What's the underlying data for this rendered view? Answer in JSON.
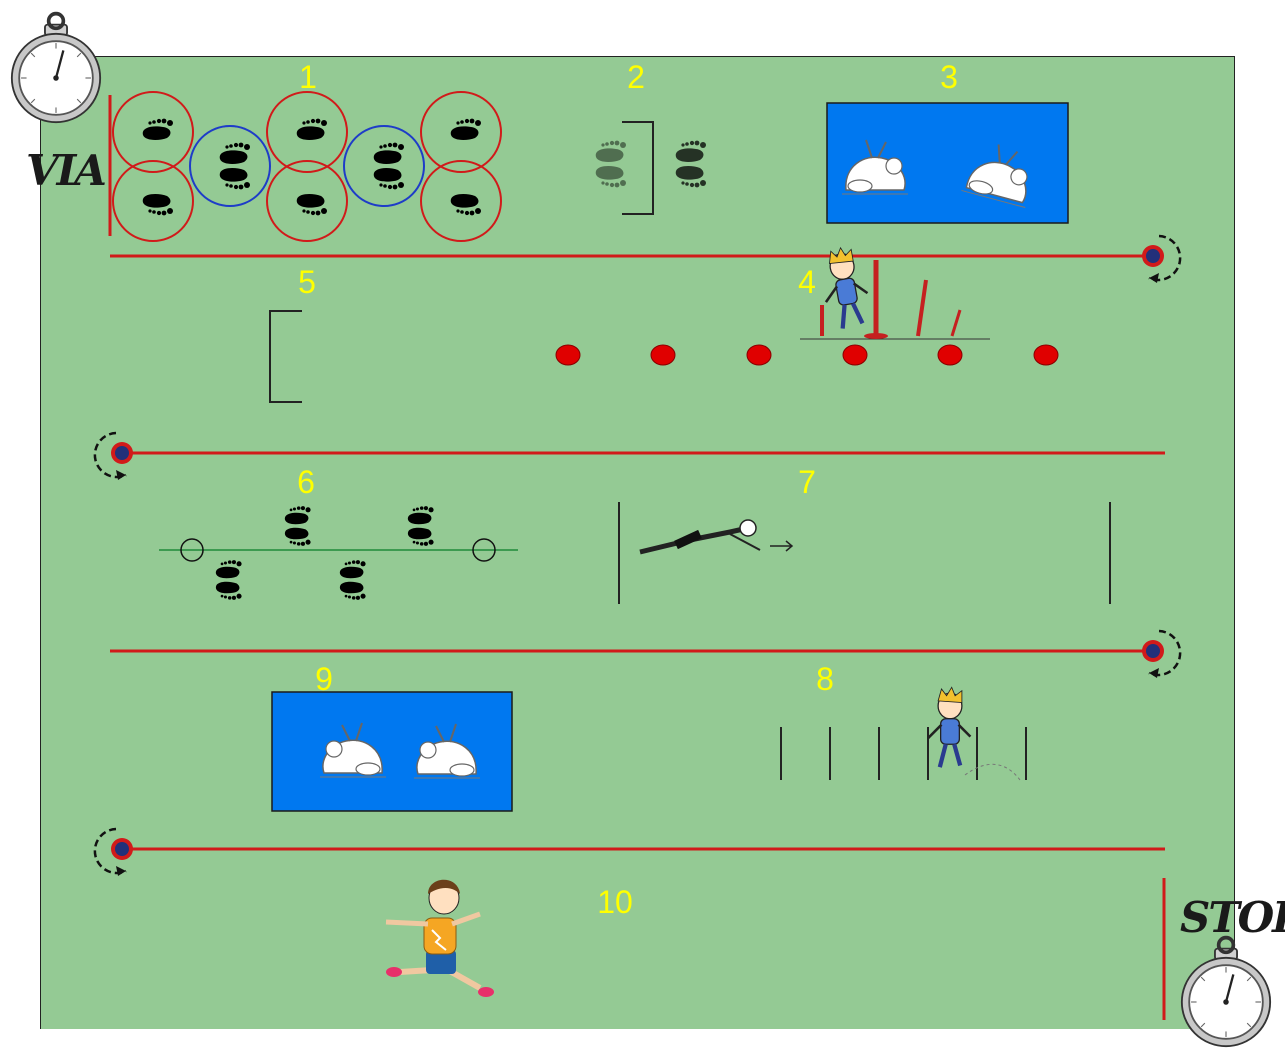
{
  "title": "",
  "labels": {
    "start": "VIA",
    "stop": "STOP"
  },
  "stations": [
    {
      "id": "1",
      "label": "1"
    },
    {
      "id": "2",
      "label": "2"
    },
    {
      "id": "3",
      "label": "3"
    },
    {
      "id": "4",
      "label": "4"
    },
    {
      "id": "5",
      "label": "5"
    },
    {
      "id": "6",
      "label": "6"
    },
    {
      "id": "7",
      "label": "7"
    },
    {
      "id": "8",
      "label": "8"
    },
    {
      "id": "9",
      "label": "9"
    },
    {
      "id": "10",
      "label": "10"
    }
  ],
  "colors": {
    "field": "#94ca94",
    "lane_line": "#d11a1a",
    "ring_red": "#d11a1a",
    "ring_blue": "#1e3cc8",
    "mat": "#0078f0",
    "number": "#ffff00",
    "cone": "#e00000",
    "turn_marker": "#22307a"
  },
  "icons": [
    "stopwatch-icon",
    "footprint-icon",
    "hurdle-icon",
    "runner-icon",
    "rolling-child-icon",
    "crawling-athlete-icon",
    "turn-arrow-icon"
  ]
}
